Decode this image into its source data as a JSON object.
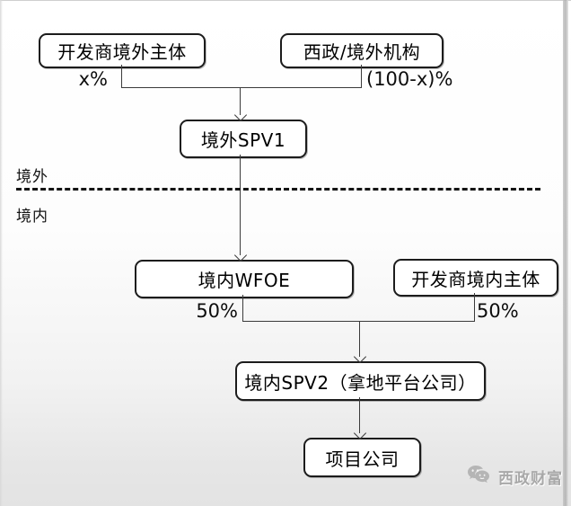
{
  "nodes": {
    "dev_offshore": "开发商境外主体",
    "xizheng": "西政/境外机构",
    "spv1": "境外SPV1",
    "wfoe": "境内WFOE",
    "dev_onshore": "开发商境内主体",
    "spv2": "境内SPV2（拿地平台公司）",
    "project": "项目公司"
  },
  "labels": {
    "pct_x": "x%",
    "pct_100_minus_x": "(100-x)%",
    "pct_left_50": "50%",
    "pct_right_50": "50%",
    "offshore": "境外",
    "onshore": "境内"
  },
  "watermark": {
    "text": "西政财富",
    "icon": "wechat-logo-icon"
  },
  "colors": {
    "box_border": "#1c1c1c",
    "connector_line": "#3b3b3b",
    "divider": "#141414",
    "watermark_text": "#a8a8a8",
    "background_bottom": "#e3e3e3"
  }
}
